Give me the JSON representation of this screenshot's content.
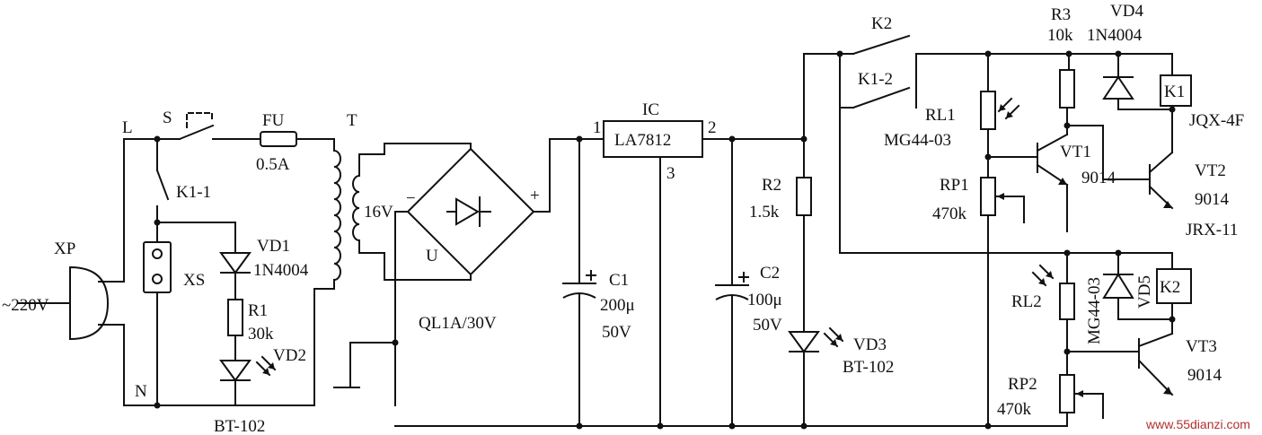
{
  "labels": {
    "L": "L",
    "N": "N",
    "XP": "XP",
    "ac": "~220V",
    "S": "S",
    "FU": "FU",
    "FU_val": "0.5A",
    "T": "T",
    "K1_1": "K1-1",
    "XS": "XS",
    "VD1": "VD1",
    "VD1_val": "1N4004",
    "R1": "R1",
    "R1_val": "30k",
    "VD2": "VD2",
    "VD2_val": "BT-102",
    "sec_v": "16V",
    "minus": "−",
    "plus": "+",
    "U": "U",
    "bridge": "QL1A/30V",
    "IC": "IC",
    "IC_part": "LA7812",
    "pin1": "1",
    "pin2": "2",
    "pin3": "3",
    "C1": "C1",
    "C1_cap": "200μ",
    "C1_v": "50V",
    "C2": "C2",
    "C2_cap": "100μ",
    "C2_v": "50V",
    "R2": "R2",
    "R2_val": "1.5k",
    "VD3": "VD3",
    "VD3_val": "BT-102",
    "K2": "K2",
    "K1_2": "K1-2",
    "RL1": "RL1",
    "RL1_val": "MG44-03",
    "RP1": "RP1",
    "RP1_val": "470k",
    "R3": "R3",
    "R3_val": "10k",
    "VD4": "VD4",
    "VD4_val": "1N4004",
    "K1": "K1",
    "relay1": "JQX-4F",
    "VT1": "VT1",
    "VT1_val": "9014",
    "VT2": "VT2",
    "VT2_val": "9014",
    "relay2": "JRX-11",
    "RL2": "RL2",
    "RL2_val": "MG44-03",
    "VD5": "VD5",
    "K2_coil": "K2",
    "VT3": "VT3",
    "VT3_val": "9014",
    "RP2": "RP2",
    "RP2_val": "470k",
    "watermark": "www.55dianzi.com"
  }
}
